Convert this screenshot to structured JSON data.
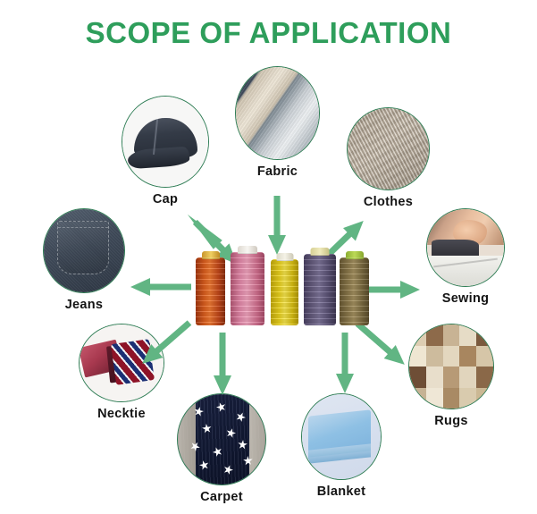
{
  "title": "SCOPE OF APPLICATION",
  "theme": {
    "title_color": "#2e9e5b",
    "arrow_color": "#61b583",
    "circle_border_color": "#2f7d55",
    "label_color": "#141414",
    "background": "#ffffff"
  },
  "center": {
    "name": "Sewing thread spools",
    "spools": [
      {
        "color": "#d9541f",
        "cap": "#e8b33a"
      },
      {
        "color": "#e07ba0",
        "cap": "#f2f0ec"
      },
      {
        "color": "#edd118",
        "cap": "#f0efe6"
      },
      {
        "color": "#6f6486",
        "cap": "#efe9b8"
      },
      {
        "color": "#8e7a4e",
        "cap": "#aecb46"
      }
    ]
  },
  "nodes": [
    {
      "id": "cap",
      "label": "Cap"
    },
    {
      "id": "fabric",
      "label": "Fabric"
    },
    {
      "id": "clothes",
      "label": "Clothes"
    },
    {
      "id": "sewing",
      "label": "Sewing"
    },
    {
      "id": "rugs",
      "label": "Rugs"
    },
    {
      "id": "blanket",
      "label": "Blanket"
    },
    {
      "id": "carpet",
      "label": "Carpet"
    },
    {
      "id": "necktie",
      "label": "Necktie"
    },
    {
      "id": "jeans",
      "label": "Jeans"
    }
  ],
  "arrows": [
    {
      "points_to": "cap"
    },
    {
      "points_to": "fabric"
    },
    {
      "points_to": "clothes"
    },
    {
      "points_to": "sewing"
    },
    {
      "points_to": "rugs"
    },
    {
      "points_to": "blanket"
    },
    {
      "points_to": "carpet"
    },
    {
      "points_to": "necktie"
    },
    {
      "points_to": "jeans"
    }
  ]
}
